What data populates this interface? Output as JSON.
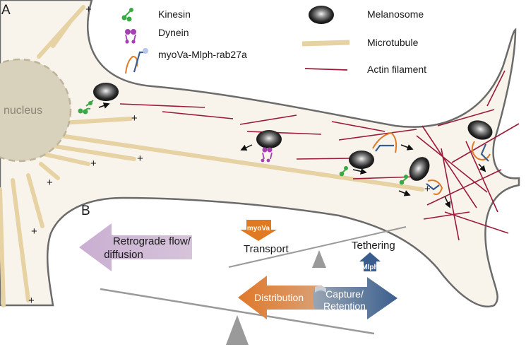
{
  "panels": {
    "a": "A",
    "b": "B"
  },
  "nucleus_label": "nucleus",
  "plus_sign": "+",
  "legend": {
    "kinesin": "Kinesin",
    "dynein": "Dynein",
    "complex": "myoVa-Mlph-rab27a",
    "melanosome": "Melanosome",
    "microtubule": "Microtubule",
    "actin": "Actin filament"
  },
  "panel_b": {
    "retrograde_line1": "Retrograde flow/",
    "retrograde_line2": "diffusion",
    "myova_badge": "myoVa",
    "transport": "Transport",
    "tethering": "Tethering",
    "mlph_badge": "Mlph",
    "distribution": "Distribution",
    "capture_line1": "Capture/",
    "capture_line2": "Retention"
  },
  "colors": {
    "cell_fill": "#f8f4ec",
    "nucleus": "#d8d1bb",
    "microtubule": "#e6d2a2",
    "actin": "#9c1a3a",
    "kinesin": "#3aa845",
    "dynein": "#a63fb4",
    "myova": "#e07a22",
    "mlph": "#3a5d8f",
    "retrograde_arrow": "#cdb6d3",
    "seesaw": "#9a9a9a"
  }
}
